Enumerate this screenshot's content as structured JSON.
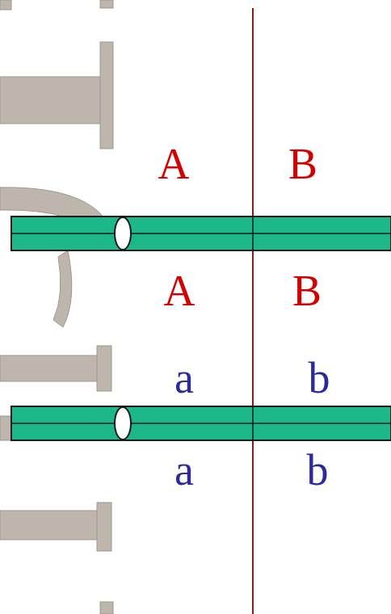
{
  "diagram": {
    "labels": [
      "A",
      "B",
      "A",
      "B",
      "a",
      "b",
      "a",
      "b"
    ]
  }
}
